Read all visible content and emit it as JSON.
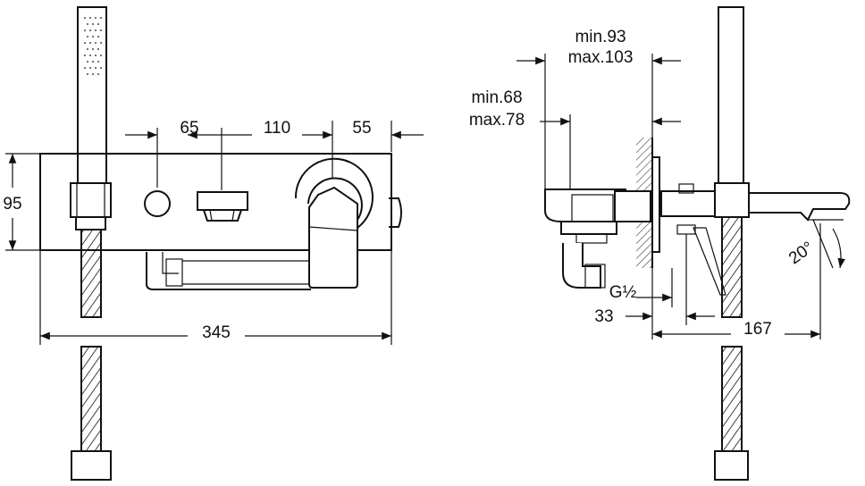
{
  "front_view": {
    "dim_top_left": "65",
    "dim_top_mid": "110",
    "dim_top_right": "55",
    "dim_height": "95",
    "dim_width": "345"
  },
  "side_view": {
    "dim_depth_min": "min.93",
    "dim_depth_max": "max.103",
    "dim_inner_min": "min.68",
    "dim_inner_max": "max.78",
    "thread": "G½",
    "dim_33": "33",
    "dim_167": "167",
    "angle": "20°"
  }
}
